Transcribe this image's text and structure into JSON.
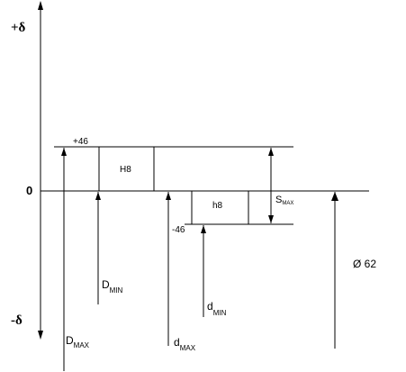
{
  "diagram": {
    "axis": {
      "plus_label": "+δ",
      "minus_label": "-δ",
      "zero_label": "0"
    },
    "hole": {
      "zone_label": "H8",
      "upper_deviation": "+46"
    },
    "shaft": {
      "zone_label": "h8",
      "lower_deviation": "-46"
    },
    "dimensions": {
      "D_max": {
        "main": "D",
        "sub": "MAX"
      },
      "D_min": {
        "main": "D",
        "sub": "MIN"
      },
      "d_max": {
        "main": "d",
        "sub": "MAX"
      },
      "d_min": {
        "main": "d",
        "sub": "MIN"
      },
      "s_max": {
        "main": "S",
        "sub": "MAX"
      },
      "nominal": "Ø 62"
    }
  }
}
